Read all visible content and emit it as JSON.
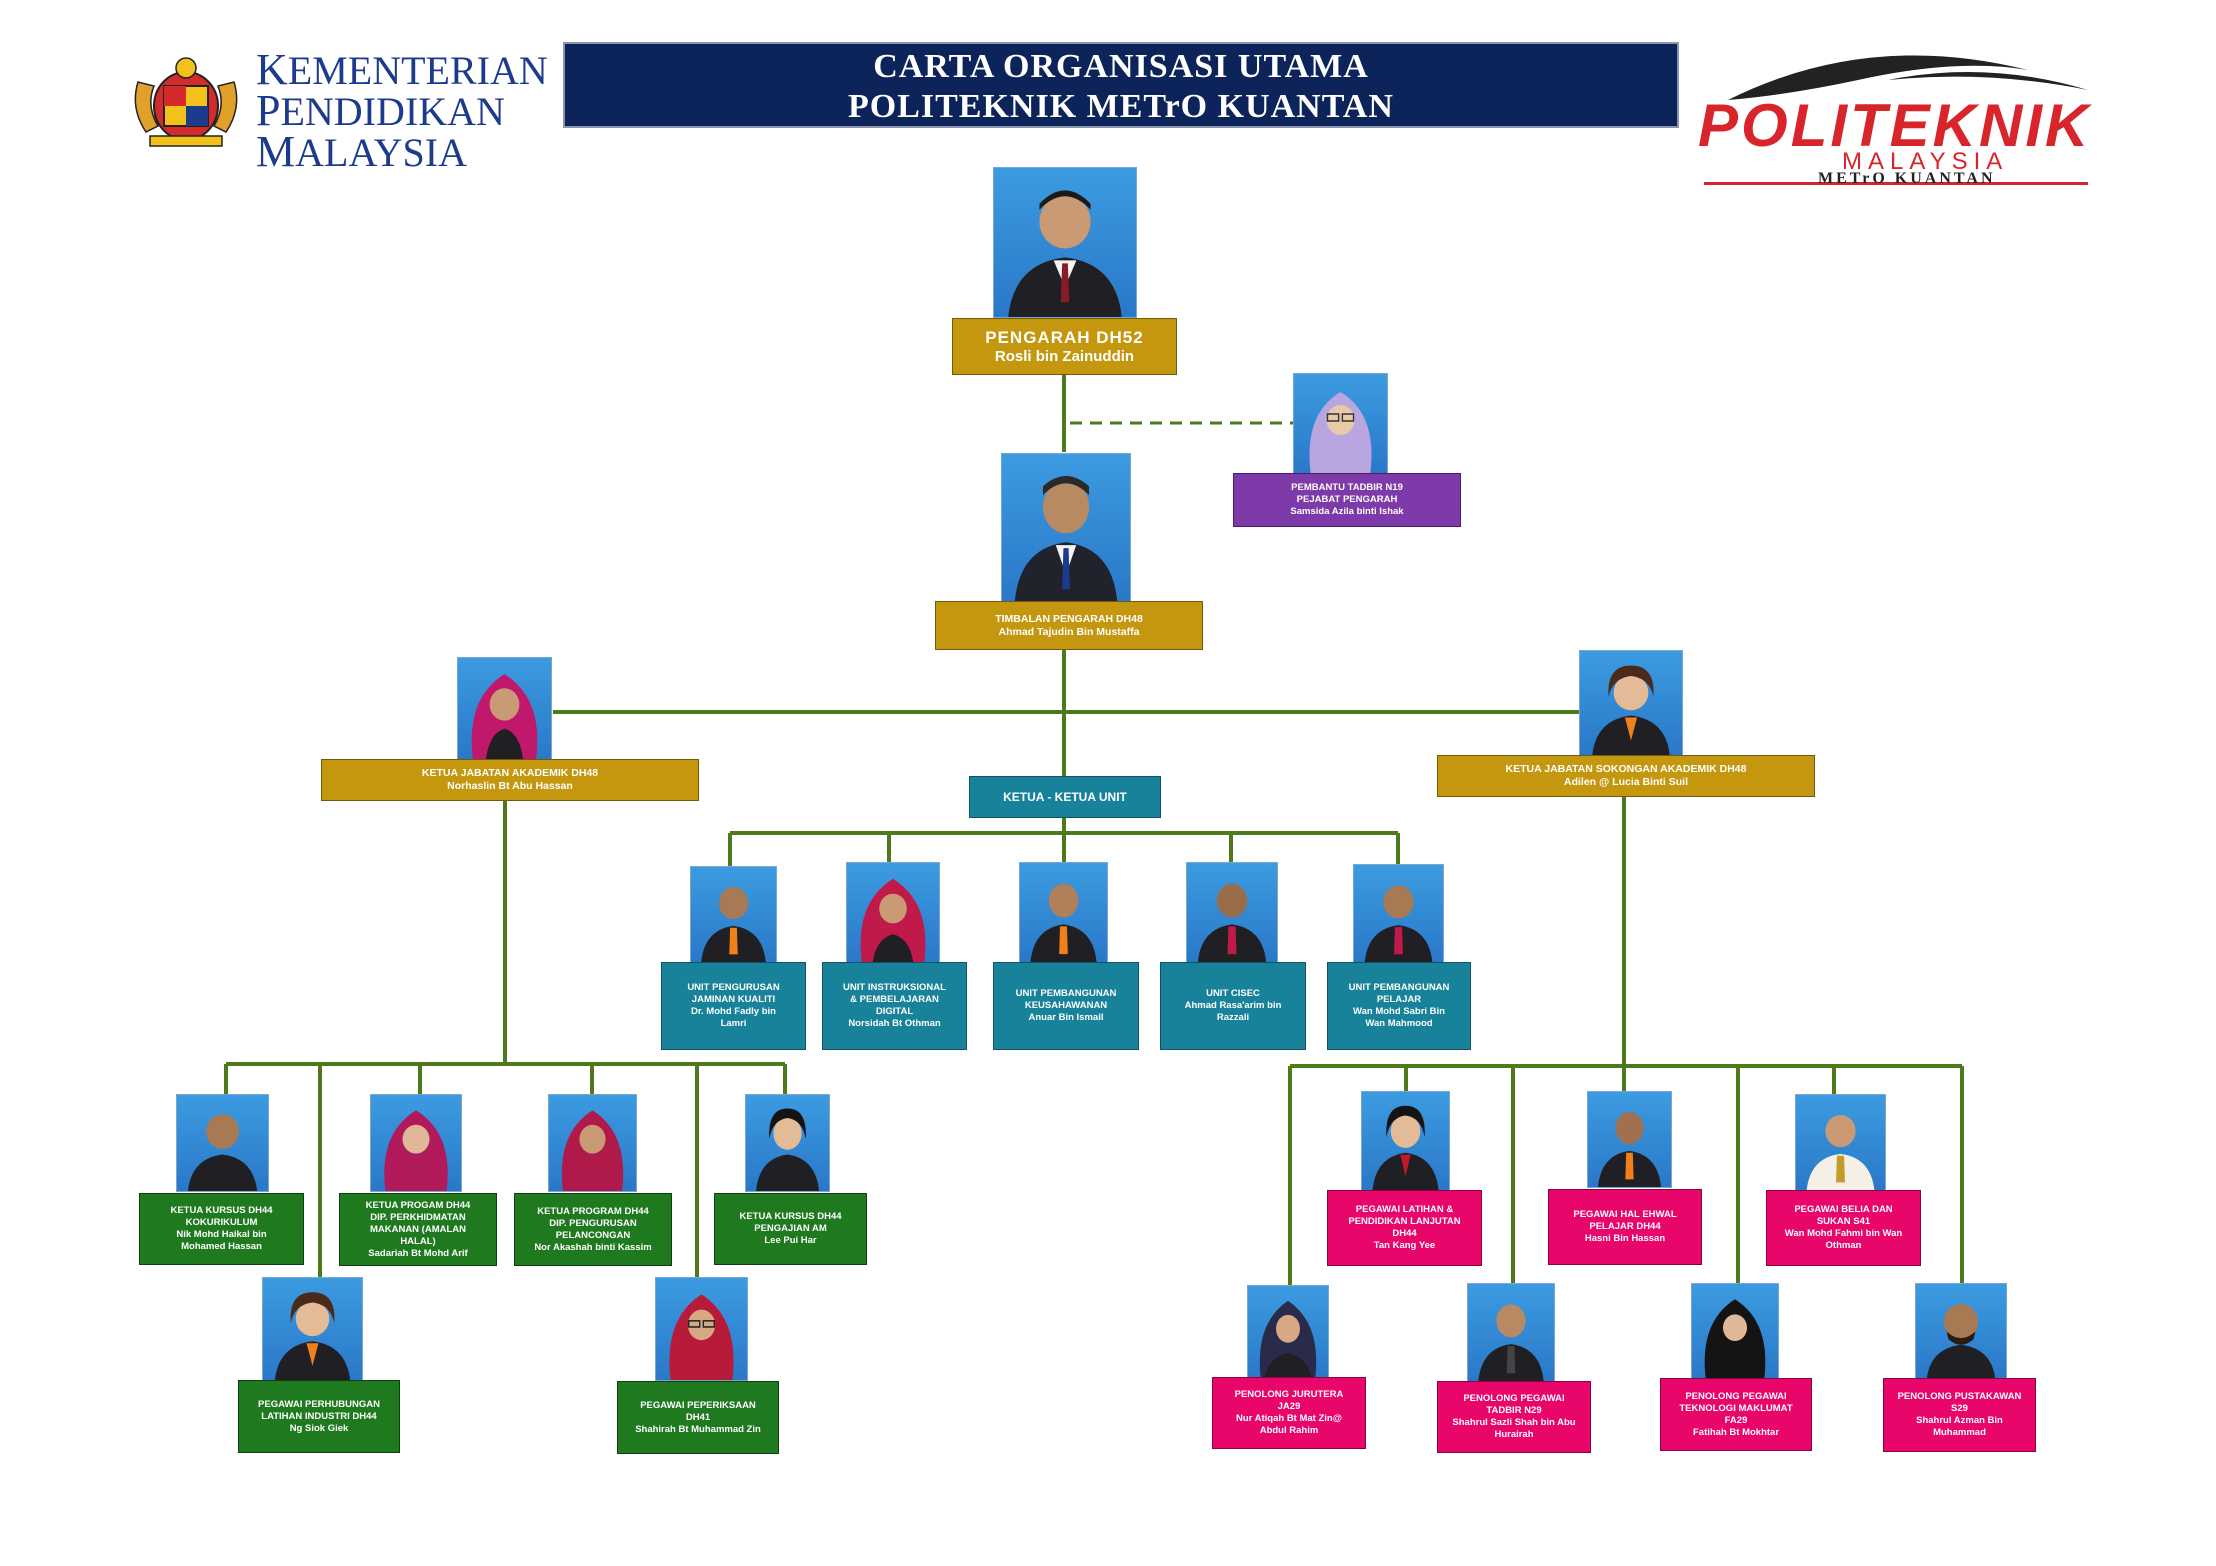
{
  "header": {
    "title_line1": "CARTA ORGANISASI UTAMA",
    "title_line2": "POLITEKNIK METrO KUANTAN",
    "kpm_line1_initial": "K",
    "kpm_line1_rest": "EMENTERIAN",
    "kpm_line2_initial": "P",
    "kpm_line2_rest": "ENDIDIKAN",
    "kpm_line3_initial": "M",
    "kpm_line3_rest": "ALAYSIA",
    "poli_word": "POLITEKNIK",
    "poli_sub": "MALAYSIA",
    "poli_campus": "METrO KUANTAN"
  },
  "colors": {
    "title_bg": "#0c2459",
    "gold": "#c4970f",
    "teal": "#18829b",
    "green": "#1f7a1f",
    "pink": "#e8066a",
    "purple": "#7e3aa8",
    "connector": "#4d7a1a"
  },
  "pengarah": {
    "role": "PENGARAH DH52",
    "name": "Rosli bin Zainuddin"
  },
  "pembantu": {
    "role": "PEMBANTU TADBIR N19",
    "role2": "PEJABAT PENGARAH",
    "name": "Samsida Azila binti Ishak"
  },
  "timbalan": {
    "role": "TIMBALAN PENGARAH DH48",
    "name": "Ahmad Tajudin Bin Mustaffa"
  },
  "ketua_akademik": {
    "role": "KETUA JABATAN AKADEMIK DH48",
    "name": "Norhaslin Bt Abu Hassan"
  },
  "ketua_sokongan": {
    "role": "KETUA JABATAN SOKONGAN AKADEMIK DH48",
    "name": "Adilen @ Lucia Binti Suil"
  },
  "ketua_unit": {
    "role": "KETUA - KETUA UNIT"
  },
  "units": [
    {
      "l1": "UNIT PENGURUSAN",
      "l2": "JAMINAN KUALITI",
      "l3": "Dr. Mohd Fadly bin",
      "l4": "Lamri"
    },
    {
      "l1": "UNIT INSTRUKSIONAL",
      "l2": "& PEMBELAJARAN",
      "l3": "DIGITAL",
      "l4": "Norsidah Bt Othman"
    },
    {
      "l1": "UNIT PEMBANGUNAN",
      "l2": "KEUSAHAWANAN",
      "l3": "Anuar Bin Ismail",
      "l4": ""
    },
    {
      "l1": "UNIT CISEC",
      "l2": "Ahmad Rasa'arim bin",
      "l3": "Razzali",
      "l4": ""
    },
    {
      "l1": "UNIT PEMBANGUNAN",
      "l2": "PELAJAR",
      "l3": "Wan Mohd Sabri Bin",
      "l4": "Wan Mahmood"
    }
  ],
  "akademik_staff": [
    {
      "l1": "KETUA KURSUS DH44",
      "l2": "KOKURIKULUM",
      "l3": "Nik  Mohd Haikal bin",
      "l4": "Mohamed Hassan"
    },
    {
      "l1": "KETUA PROGAM DH44",
      "l2": "DIP. PERKHIDMATAN",
      "l3": "MAKANAN (AMALAN",
      "l4": "HALAL)",
      "l5": "Sadariah Bt Mohd Arif"
    },
    {
      "l1": "KETUA PROGRAM DH44",
      "l2": "DIP. PENGURUSAN",
      "l3": "PELANCONGAN",
      "l4": "Nor Akashah binti Kassim"
    },
    {
      "l1": "KETUA KURSUS DH44",
      "l2": "PENGAJIAN AM",
      "l3": "Lee Pui Har",
      "l4": ""
    },
    {
      "l1": "PEGAWAI PERHUBUNGAN",
      "l2": "LATIHAN INDUSTRI DH44",
      "l3": "Ng Siok Giek",
      "l4": ""
    },
    {
      "l1": "PEGAWAI PEPERIKSAAN",
      "l2": "DH41",
      "l3": "Shahirah Bt Muhammad Zin",
      "l4": ""
    }
  ],
  "sokongan_staff": [
    {
      "l1": "PEGAWAI LATIHAN &",
      "l2": "PENDIDIKAN LANJUTAN",
      "l3": "DH44",
      "l4": "Tan Kang Yee"
    },
    {
      "l1": "PEGAWAI HAL EHWAL",
      "l2": "PELAJAR DH44",
      "l3": "Hasni Bin Hassan",
      "l4": ""
    },
    {
      "l1": "PEGAWAI BELIA DAN",
      "l2": "SUKAN S41",
      "l3": "Wan Mohd Fahmi bin Wan",
      "l4": "Othman"
    },
    {
      "l1": "PENOLONG  JURUTERA",
      "l2": "JA29",
      "l3": "Nur Atiqah Bt Mat Zin@",
      "l4": "Abdul Rahim"
    },
    {
      "l1": "PENOLONG PEGAWAI",
      "l2": "TADBIR N29",
      "l3": "Shahrul Sazli Shah bin Abu",
      "l4": "Hurairah"
    },
    {
      "l1": "PENOLONG PEGAWAI",
      "l2": "TEKNOLOGI MAKLUMAT",
      "l3": "FA29",
      "l4": "Fatihah Bt Mokhtar"
    },
    {
      "l1": "PENOLONG PUSTAKAWAN",
      "l2": "S29",
      "l3": "Shahrul Azman Bin",
      "l4": "Muhammad"
    }
  ]
}
